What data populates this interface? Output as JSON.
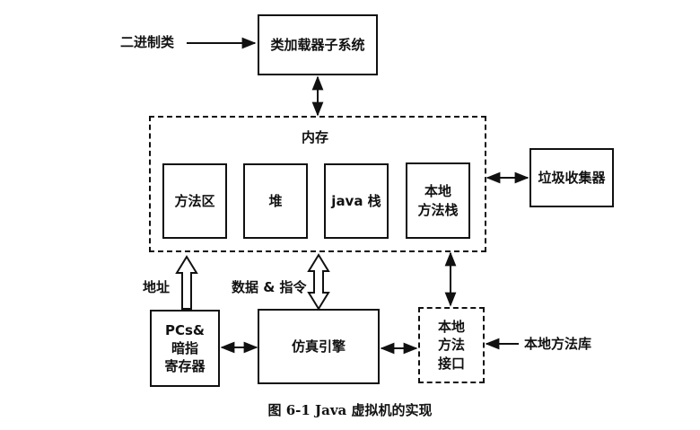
{
  "inputs": {
    "binary_class": "二进制类",
    "native_method_lib": "本地方法库"
  },
  "class_loader": "类加载器子系统",
  "memory": {
    "title": "内存",
    "method_area": "方法区",
    "heap": "堆",
    "java_stack": "java 栈",
    "native_method_stack": "本地\n方法栈"
  },
  "garbage_collector": "垃圾收集器",
  "registers": "PCs&\n暗指\n寄存器",
  "execution_engine": "仿真引擎",
  "native_method_interface": "本地\n方法\n接口",
  "labels": {
    "address": "地址",
    "data_instructions": "数据 & 指令"
  },
  "caption": "图 6-1    Java 虚拟机的实现"
}
